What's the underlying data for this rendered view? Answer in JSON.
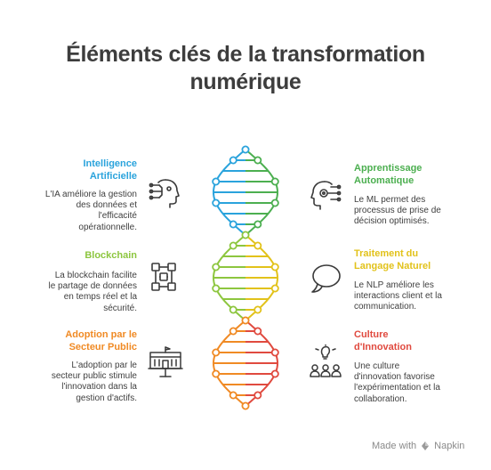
{
  "title": {
    "line1": "Éléments clés de la transformation",
    "line2": "numérique"
  },
  "items": [
    {
      "heading_lines": [
        "Intelligence",
        "Artificielle"
      ],
      "description_lines": [
        "L'IA améliore la gestion",
        "des données et",
        "l'efficacité",
        "opérationnelle."
      ],
      "color": "#2aa3dc",
      "icon": "ai-head-icon"
    },
    {
      "heading_lines": [
        "Apprentissage",
        "Automatique"
      ],
      "description_lines": [
        "Le ML permet des",
        "processus de prise de",
        "décision optimisés."
      ],
      "color": "#4caf50",
      "icon": "machine-learning-head-icon"
    },
    {
      "heading_lines": [
        "Blockchain"
      ],
      "description_lines": [
        "La blockchain facilite",
        "le partage de données",
        "en temps réel et la",
        "sécurité."
      ],
      "color": "#8dc63f",
      "icon": "blockchain-icon"
    },
    {
      "heading_lines": [
        "Traitement du",
        "Langage Naturel"
      ],
      "description_lines": [
        "Le NLP améliore les",
        "interactions client et la",
        "communication."
      ],
      "color": "#e2c21a",
      "icon": "speech-bubble-icon"
    },
    {
      "heading_lines": [
        "Adoption par le",
        "Secteur Public"
      ],
      "description_lines": [
        "L'adoption par le",
        "secteur public stimule",
        "l'innovation dans la",
        "gestion d'actifs."
      ],
      "color": "#f08a24",
      "icon": "public-building-icon"
    },
    {
      "heading_lines": [
        "Culture",
        "d'Innovation"
      ],
      "description_lines": [
        "Une culture",
        "d'innovation favorise",
        "l'expérimentation et la",
        "collaboration."
      ],
      "color": "#e04a3f",
      "icon": "innovation-team-icon"
    }
  ],
  "footer": {
    "made_with": "Made with",
    "brand": "Napkin"
  }
}
